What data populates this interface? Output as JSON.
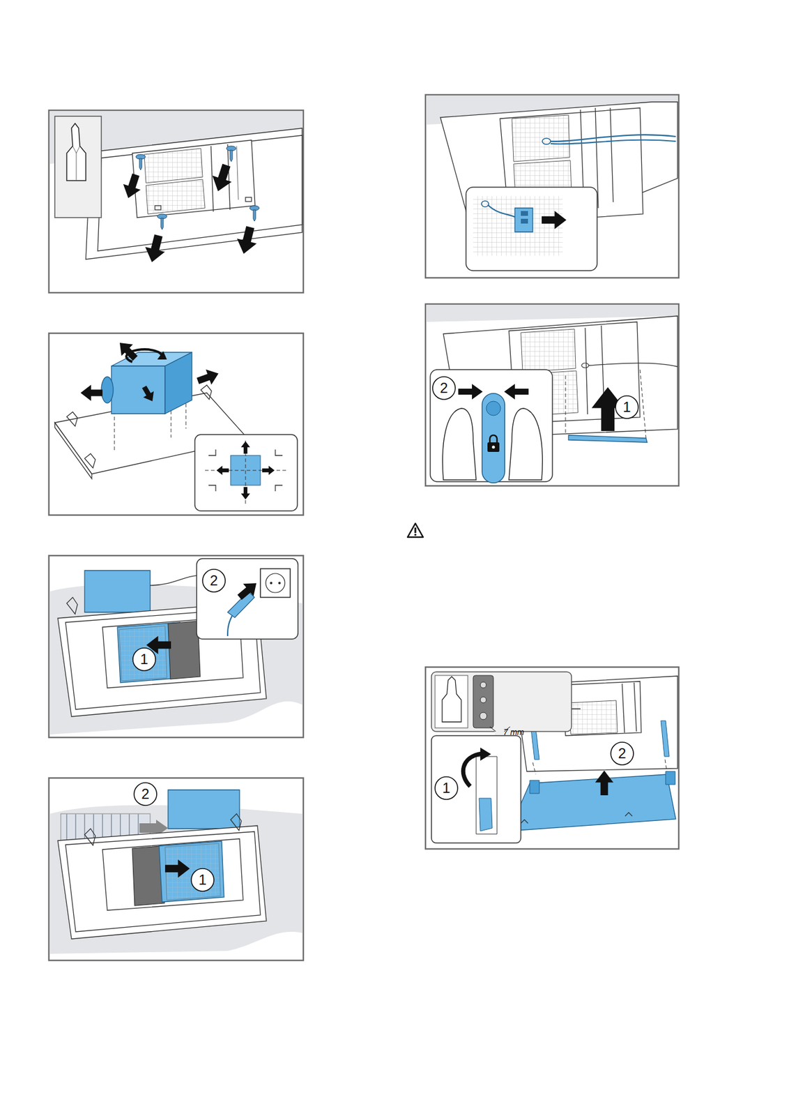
{
  "diagram": {
    "labels": [
      "2",
      "1",
      "2",
      "1",
      "2",
      "1",
      "7 mm",
      "1",
      "2"
    ]
  }
}
